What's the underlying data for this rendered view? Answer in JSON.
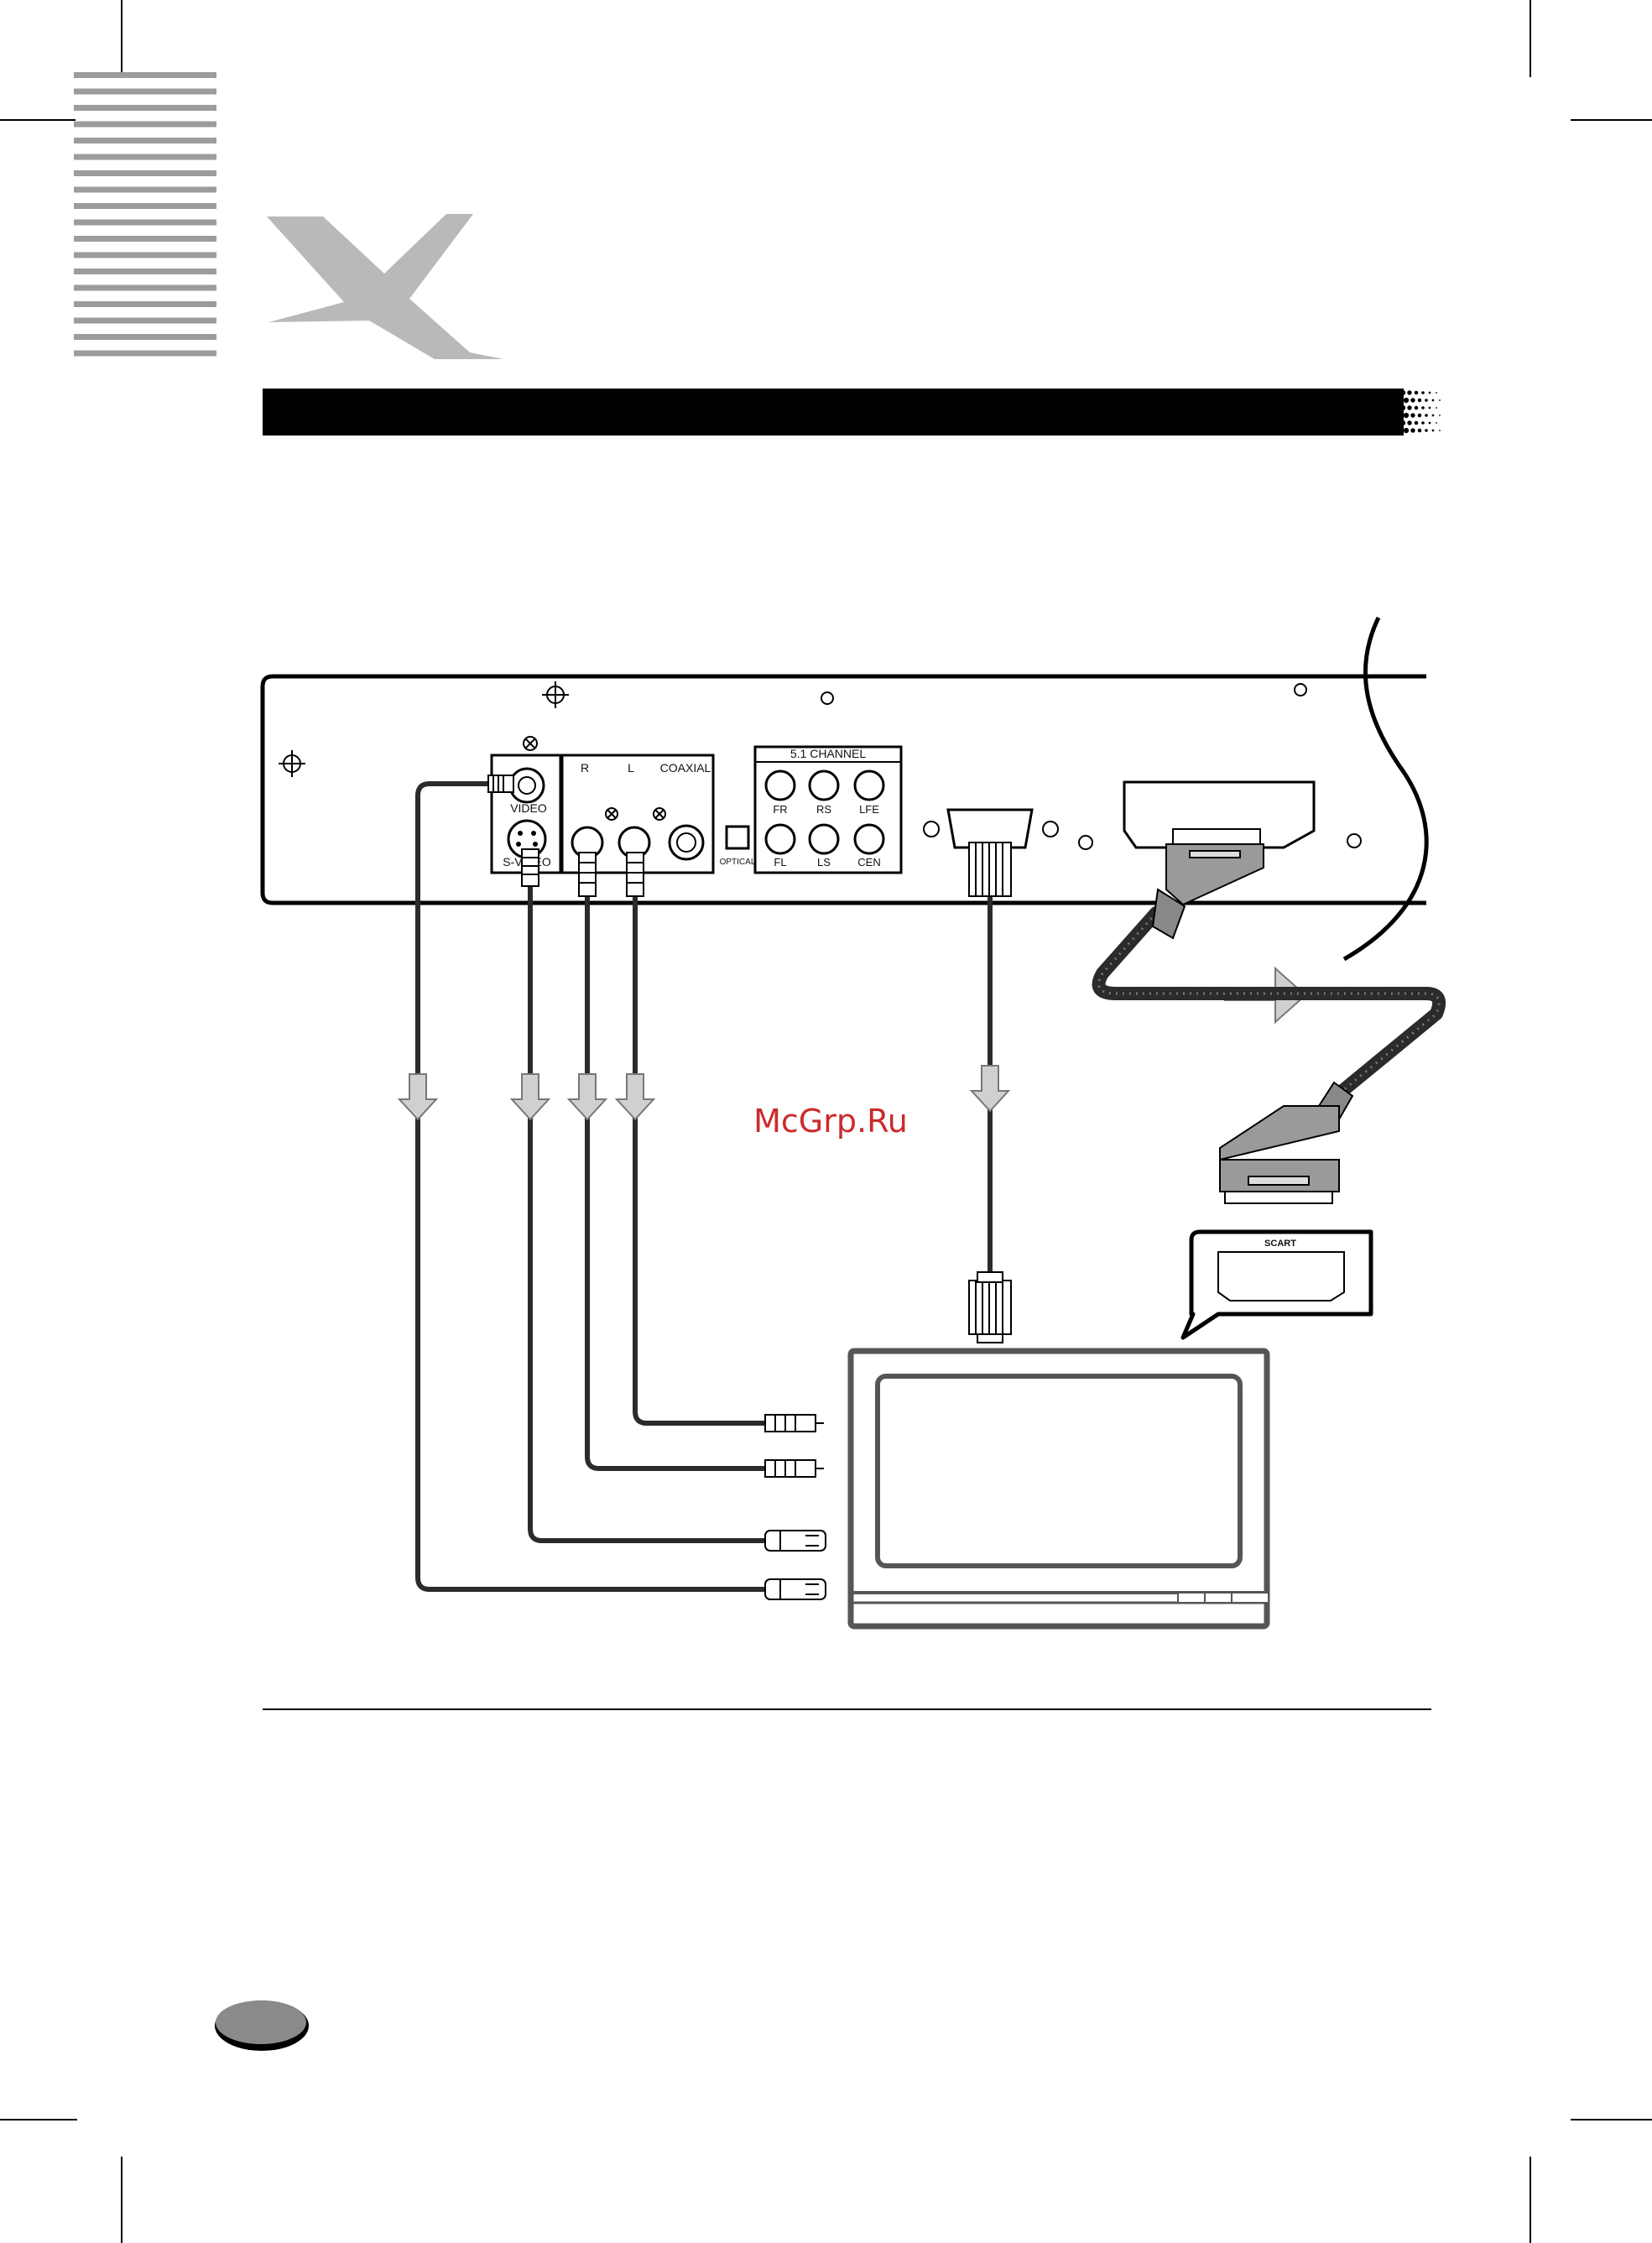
{
  "watermark": "McGrp.Ru",
  "player_panel": {
    "video_label": "VIDEO",
    "svideo_label": "S-VIDEO",
    "audio_right_label": "R",
    "audio_left_label": "L",
    "coaxial_label": "COAXIAL",
    "optical_label": "OPTICAL",
    "channel_header": "5.1 CHANNEL",
    "channel_jacks": [
      "FR",
      "RS",
      "LFE",
      "FL",
      "LS",
      "CEN"
    ]
  },
  "callout": {
    "scart_label": "SCART"
  },
  "colors": {
    "cable": "#2b2b2b",
    "arrow": "#d0d0d0",
    "logo": "#b9b9b9",
    "title_bar": "#000000"
  }
}
